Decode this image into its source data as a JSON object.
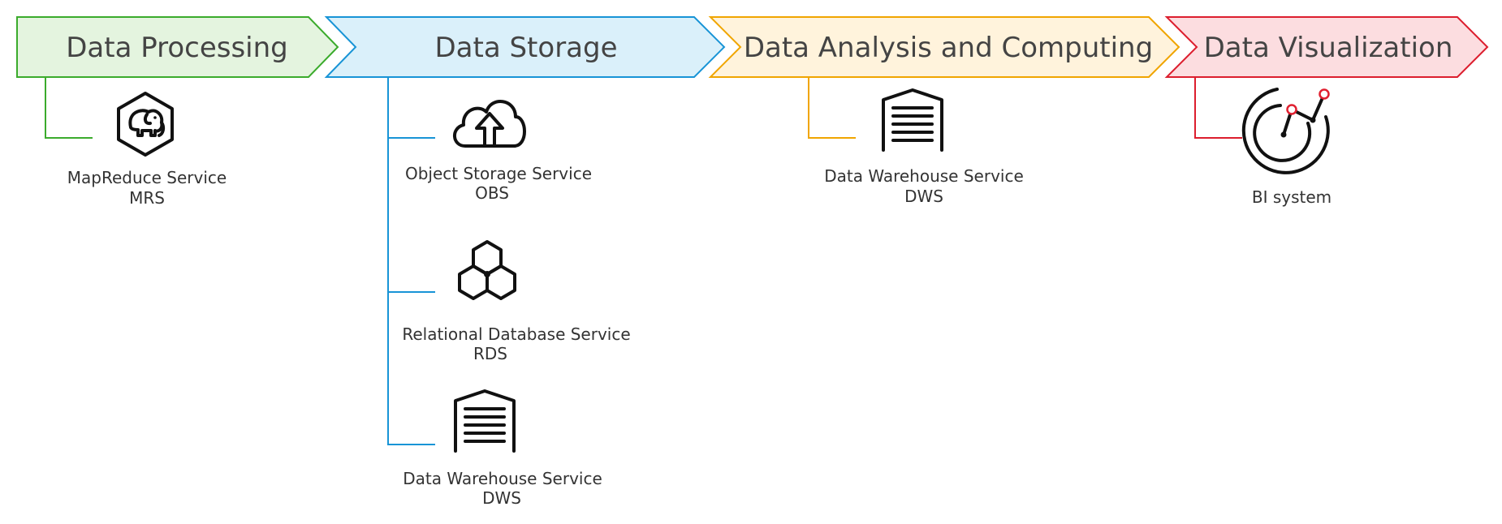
{
  "stages": [
    {
      "title": "Data Processing",
      "fill": "#e4f4df",
      "stroke": "#3bab2c",
      "services": [
        {
          "icon": "elephant-icon",
          "name": "MapReduce Service",
          "abbr": "MRS"
        }
      ]
    },
    {
      "title": "Data Storage",
      "fill": "#daf0fa",
      "stroke": "#1894d6",
      "services": [
        {
          "icon": "cloud-upload-icon",
          "name": "Object Storage Service",
          "abbr": "OBS"
        },
        {
          "icon": "hexagon-cluster-icon",
          "name": "Relational Database Service",
          "abbr": "RDS"
        },
        {
          "icon": "warehouse-icon",
          "name": "Data Warehouse Service",
          "abbr": "DWS"
        }
      ]
    },
    {
      "title": "Data Analysis and Computing",
      "fill": "#fff3dc",
      "stroke": "#f0a500",
      "services": [
        {
          "icon": "warehouse-icon",
          "name": "Data Warehouse Service",
          "abbr": "DWS"
        }
      ]
    },
    {
      "title": "Data Visualization",
      "fill": "#fcdde0",
      "stroke": "#dc1e2e",
      "services": [
        {
          "icon": "bi-chart-icon",
          "name": "BI system",
          "abbr": ""
        }
      ]
    }
  ],
  "accent_color": "#e02030"
}
